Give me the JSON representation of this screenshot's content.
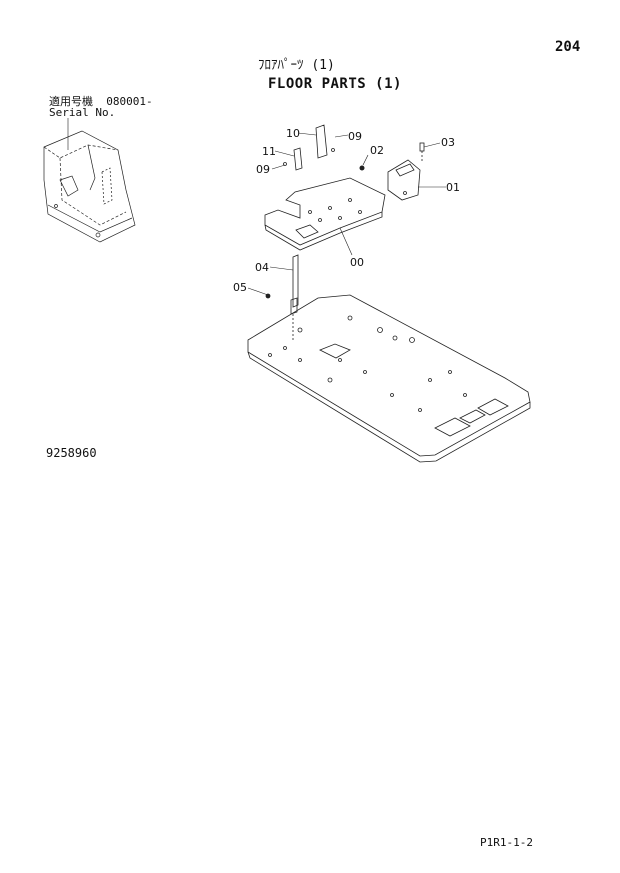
{
  "page_number": "204",
  "title_jp": "ﾌﾛｱﾊﾟｰﾂ (1)",
  "title_en": "FLOOR PARTS (1)",
  "serial": {
    "label_jp": "適用号機",
    "value": "080001-",
    "label_en": "Serial No."
  },
  "callouts": [
    "00",
    "01",
    "02",
    "03",
    "04",
    "05",
    "09",
    "09",
    "10",
    "11"
  ],
  "drawing_number": "9258960",
  "footer_code": "P1R1-1-2"
}
